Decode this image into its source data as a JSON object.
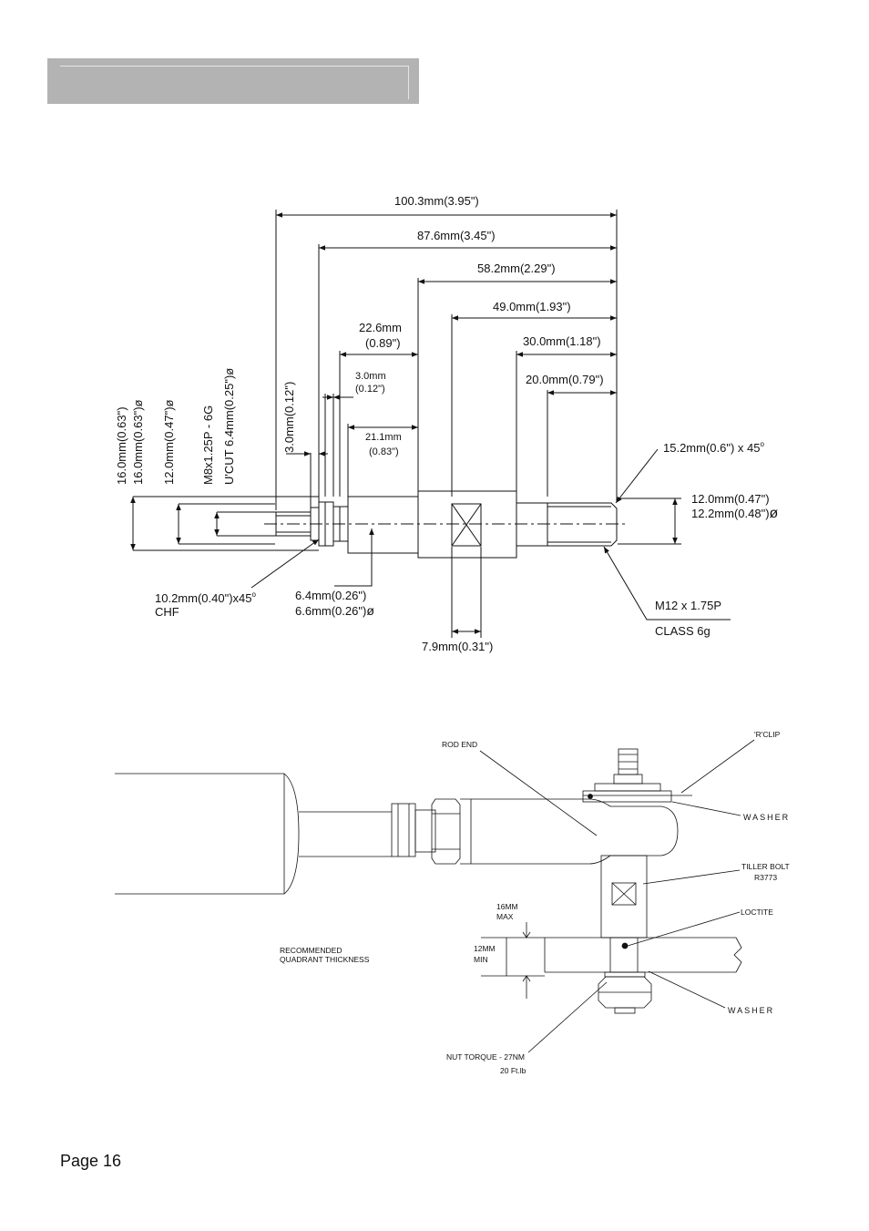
{
  "page": {
    "number_label": "Page 16"
  },
  "shaft_drawing": {
    "dims": {
      "overall": "100.3mm(3.95\")",
      "d87": "87.6mm(3.45\")",
      "d58": "58.2mm(2.29\")",
      "d49": "49.0mm(1.93\")",
      "d226_a": "22.6mm",
      "d226_b": "(0.89\")",
      "d30": "30.0mm(1.18\")",
      "d3_a": "3.0mm",
      "d3_b": "(0.12\")",
      "d20": "20.0mm(0.79\")",
      "d211_a": "21.1mm",
      "d211_b": "(0.83\")",
      "chamfer_right": "15.2mm(0.6\") x 45",
      "dia12_a": "12.0mm(0.47\")",
      "dia12_b": "12.2mm(0.48\")",
      "thread_right_a": "M12 x 1.75P",
      "thread_right_b": "CLASS 6g",
      "d79": "7.9mm(0.31\")",
      "d64_a": "6.4mm(0.26\")",
      "d64_b": "6.6mm(0.26\")",
      "chamfer_left_a": "10.2mm(0.40\")x45",
      "chamfer_left_b": "CHF"
    },
    "vertical_dims": {
      "v16a": "16.0mm(0.63\")",
      "v16b": "16.0mm(0.63\")",
      "v12": "12.0mm(0.47\")",
      "v_thread": "M8x1.25P - 6G",
      "v_ucut": "U'CUT 6.4mm(0.25\")",
      "v3": "3.0mm(0.12\")"
    },
    "symbols": {
      "diameter": "ø",
      "degree": "o"
    }
  },
  "assembly_drawing": {
    "labels": {
      "rod_end": "ROD END",
      "r_clip": "'R'CLIP",
      "washer_top": "WASHER",
      "tiller_bolt": "TILLER BOLT",
      "tiller_bolt_ref": "R3773",
      "loctite": "LOCTITE",
      "max_a": "16MM",
      "max_b": "MAX",
      "min_a": "12MM",
      "min_b": "MIN",
      "recommended_a": "RECOMMENDED",
      "recommended_b": "QUADRANT THICKNESS",
      "washer_bottom": "WASHER",
      "nut_torque_a": "NUT TORQUE  - 27NM",
      "nut_torque_b": "20 Ft.lb"
    }
  }
}
